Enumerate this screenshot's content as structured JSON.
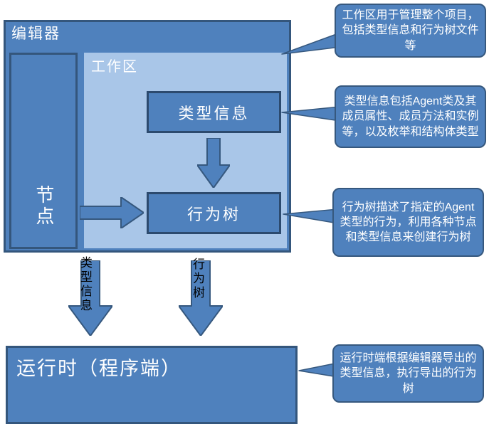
{
  "colors": {
    "box-fill": "#4f81bd",
    "box-border": "#34567c",
    "inner-border": "#2c4a6e",
    "ws-fill": "#a9c6e8",
    "ws-border": "#4f81bd",
    "callout-fill": "#4f81bd",
    "callout-border": "#36587e",
    "arrow-fill": "#4f81bd",
    "arrow-border": "#36587e",
    "text": "#ffffff",
    "label": "#000000",
    "bg": "#ffffff"
  },
  "editor": {
    "title": "编辑器",
    "node_panel_label": "节点",
    "workspace": {
      "title": "工作区",
      "type_info_label": "类型信息",
      "behavior_tree_label": "行为树"
    }
  },
  "flow": {
    "left_arrow_label": "类型信息",
    "right_arrow_label": "行为树"
  },
  "runtime": {
    "title": "运行时（程序端）"
  },
  "callouts": [
    {
      "text": "工作区用于管理整个项目，包括类型信息和行为树文件等"
    },
    {
      "text": "类型信息包括Agent类及其成员属性、成员方法和实例等，以及枚举和结构体类型"
    },
    {
      "text": "行为树描述了指定的Agent类型的行为，利用各种节点和类型信息来创建行为树"
    },
    {
      "text": "运行时端根据编辑器导出的类型信息，执行导出的行为树"
    }
  ]
}
